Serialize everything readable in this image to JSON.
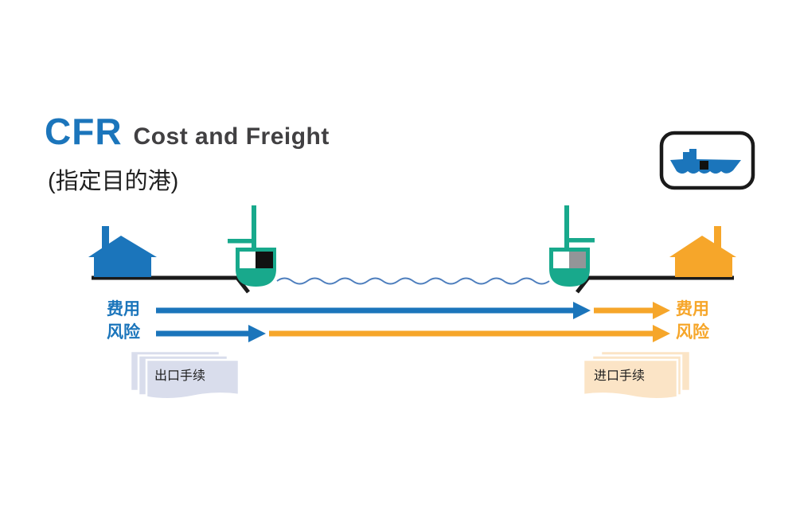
{
  "header": {
    "code": "CFR",
    "name": "Cost and Freight",
    "subtitle": "(指定目的港)"
  },
  "labels": {
    "cost": "费用",
    "risk": "风险",
    "export_docs": "出口手续",
    "import_docs": "进口手续"
  },
  "colors": {
    "seller_blue": "#1B75BB",
    "buyer_orange": "#F6A62A",
    "teal": "#18A98C",
    "dark_text": "#414042",
    "black": "#1A1A1A",
    "wave_blue": "#4D7EBD",
    "container_black": "#111111",
    "container_gray": "#939598",
    "export_doc_fill": "#D9DDEC",
    "import_doc_fill": "#FBE4C6"
  },
  "diagram": {
    "type": "incoterm-timeline",
    "landmarks": [
      "seller-factory",
      "port-of-shipment",
      "sea-passage",
      "destination-port",
      "buyer-warehouse"
    ],
    "cost_row": {
      "label": "费用",
      "segments": [
        {
          "party": "seller",
          "color": "seller_blue",
          "ends_at": "destination-port"
        },
        {
          "party": "buyer",
          "color": "buyer_orange",
          "ends_at": "buyer-side"
        }
      ]
    },
    "risk_row": {
      "label": "风险",
      "segments": [
        {
          "party": "seller",
          "color": "seller_blue",
          "ends_at": "port-of-shipment"
        },
        {
          "party": "buyer",
          "color": "buyer_orange",
          "ends_at": "buyer-side"
        }
      ]
    },
    "documents": [
      {
        "label": "出口手续",
        "side": "origin"
      },
      {
        "label": "进口手续",
        "side": "destination"
      }
    ],
    "badge": "ship-icon"
  }
}
